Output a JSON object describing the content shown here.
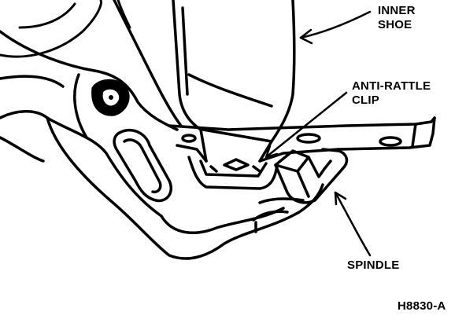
{
  "labels": {
    "inner_shoe_line1": "INNER",
    "inner_shoe_line2": "SHOE",
    "anti_rattle_line1": "ANTI-RATTLE",
    "anti_rattle_line2": "CLIP",
    "spindle": "SPINDLE",
    "figure_code": "H8830-A"
  },
  "colors": {
    "ink": "#000000",
    "paper": "#ffffff"
  }
}
